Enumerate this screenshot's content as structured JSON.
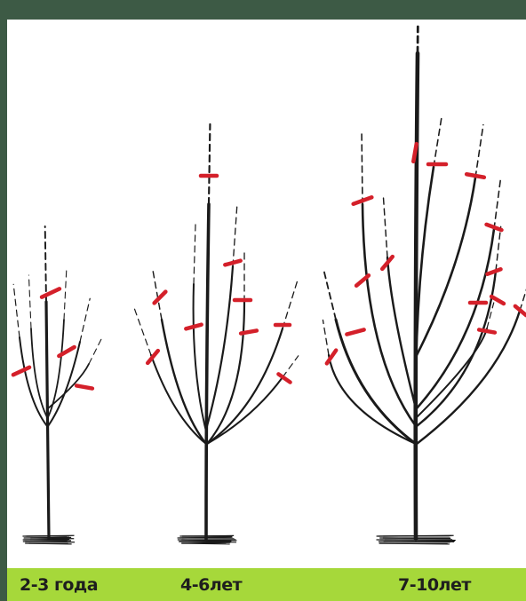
{
  "colors": {
    "frame": "#3d5a45",
    "panel": "#ffffff",
    "label_bar": "#a6d83a",
    "branch": "#1a1a1a",
    "cut_mark": "#d4202a"
  },
  "stages": [
    {
      "label": "2-3 года"
    },
    {
      "label": "4-6лет"
    },
    {
      "label": "7-10лет"
    }
  ]
}
